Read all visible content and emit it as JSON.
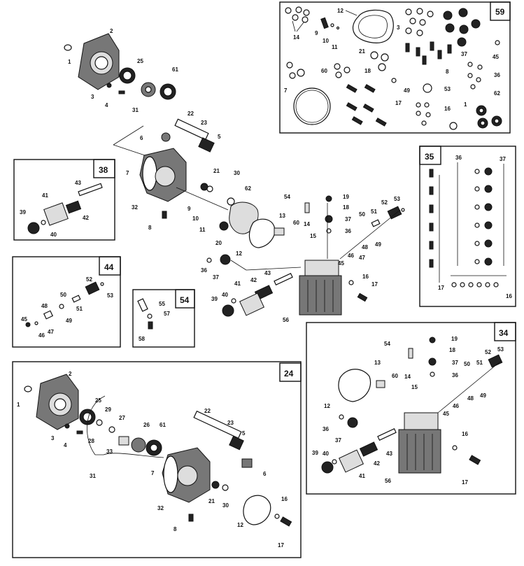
{
  "inset_tags": {
    "kit_59": "59",
    "kit_38": "38",
    "kit_44": "44",
    "kit_54": "54",
    "kit_35": "35",
    "kit_24": "24",
    "kit_34": "34"
  },
  "labels": {
    "l1": "1",
    "l2": "2",
    "l3": "3",
    "l4": "4",
    "l25": "25",
    "l31": "31",
    "l61": "61",
    "l22": "22",
    "l23": "23",
    "l6": "6",
    "l5": "5",
    "l7": "7",
    "l21": "21",
    "l30": "30",
    "l9": "9",
    "l10": "10",
    "l11": "11",
    "l32": "32",
    "l8": "8",
    "l62": "62",
    "l20": "20",
    "l12": "12",
    "l13": "13",
    "l54": "54",
    "l19": "19",
    "l18": "18",
    "l37": "37",
    "l36": "36",
    "l60": "60",
    "l14": "14",
    "l15": "15",
    "l52": "52",
    "l53": "53",
    "l50": "50",
    "l51": "51",
    "l49": "49",
    "l48": "48",
    "l47": "47",
    "l46": "46",
    "l45": "45",
    "l43": "43",
    "l42": "42",
    "l41": "41",
    "l40": "40",
    "l39": "39",
    "l16": "16",
    "l17": "17",
    "l56": "56",
    "k59_12": "12",
    "k59_14": "14",
    "k59_9": "9",
    "k59_10": "10",
    "k59_11": "11",
    "k59_3": "3",
    "k59_37": "37",
    "k59_45": "45",
    "k59_21": "21",
    "k59_8": "8",
    "k59_60": "60",
    "k59_18": "18",
    "k59_36": "36",
    "k59_7": "7",
    "k59_49": "49",
    "k59_53": "53",
    "k59_17": "17",
    "k59_16": "16",
    "k59_1": "1",
    "k59_62": "62",
    "k38_43": "43",
    "k38_41": "41",
    "k38_42": "42",
    "k38_39": "39",
    "k38_40": "40",
    "k44_52": "52",
    "k44_53": "53",
    "k44_50": "50",
    "k44_51": "51",
    "k44_48": "48",
    "k44_49": "49",
    "k44_45": "45",
    "k44_46": "46",
    "k44_47": "47",
    "k54_55": "55",
    "k54_57": "57",
    "k54_58": "58",
    "k35_36": "36",
    "k35_37": "37",
    "k35_17": "17",
    "k35_16": "16",
    "k24_1": "1",
    "k24_2": "2",
    "k24_25": "25",
    "k24_29": "29",
    "k24_27": "27",
    "k24_28": "28",
    "k24_3": "3",
    "k24_4": "4",
    "k24_33": "33",
    "k24_26": "26",
    "k24_61": "61",
    "k24_31": "31",
    "k24_22": "22",
    "k24_23": "23",
    "k24_5": "5",
    "k24_6": "6",
    "k24_7": "7",
    "k24_32": "32",
    "k24_21": "21",
    "k24_30": "30",
    "k24_8": "8",
    "k24_12": "12",
    "k24_16": "16",
    "k24_17": "17",
    "k34_19": "19",
    "k34_54": "54",
    "k34_18": "18",
    "k34_13": "13",
    "k34_37": "37",
    "k34_36": "36",
    "k34_60": "60",
    "k34_14": "14",
    "k34_15": "15",
    "k34_52": "52",
    "k34_53": "53",
    "k34_50": "50",
    "k34_51": "51",
    "k34_49": "49",
    "k34_48": "48",
    "k34_46": "46",
    "k34_45": "45",
    "k34_12": "12",
    "k34_36b": "36",
    "k34_37b": "37",
    "k34_43": "43",
    "k34_16": "16",
    "k34_39": "39",
    "k34_40": "40",
    "k34_42": "42",
    "k34_41": "41",
    "k34_56": "56",
    "k34_17": "17"
  }
}
